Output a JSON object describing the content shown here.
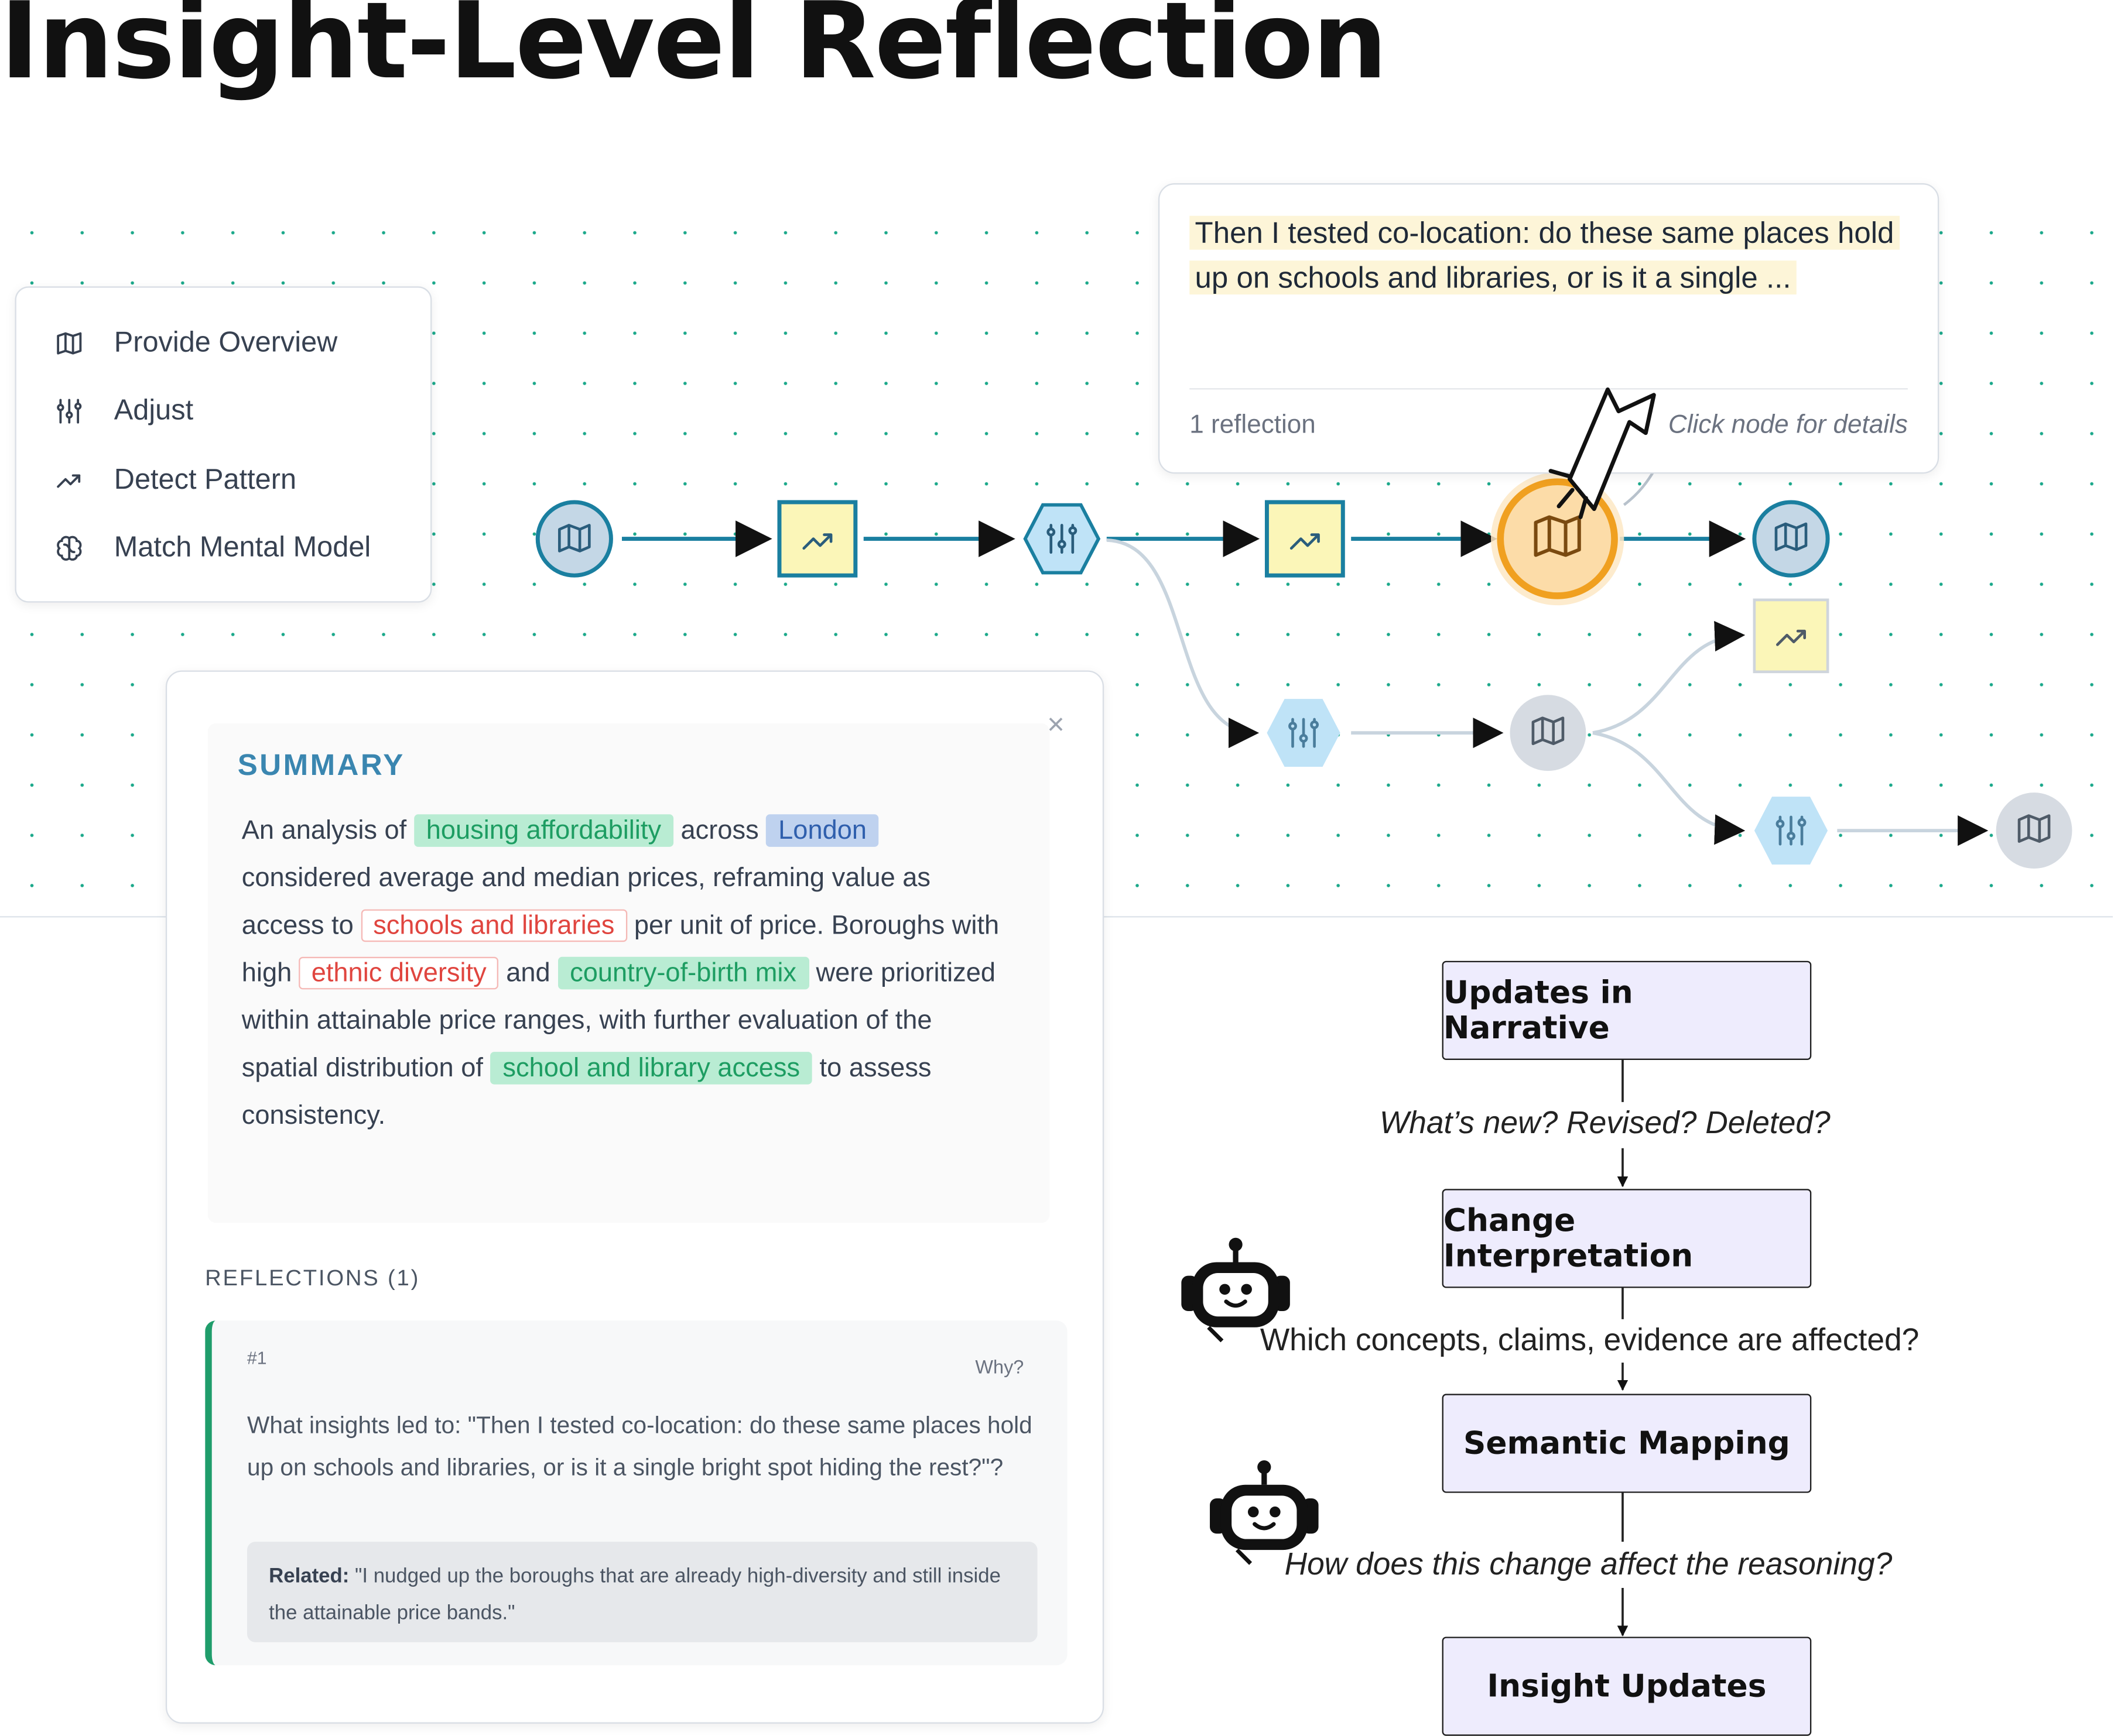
{
  "title": "Insight-Level Reflection",
  "legend": {
    "items": [
      {
        "label": "Provide Overview",
        "icon": "map-icon"
      },
      {
        "label": "Adjust",
        "icon": "sliders-icon"
      },
      {
        "label": "Detect Pattern",
        "icon": "trend-icon"
      },
      {
        "label": "Match Mental Model",
        "icon": "brain-icon"
      }
    ]
  },
  "tooltip": {
    "text": "Then I tested co-location: do these same places hold up on schools and libraries, or is it a single ...",
    "count": "1 reflection",
    "hint": "Click node for details"
  },
  "summary": {
    "heading": "SUMMARY",
    "close": "×",
    "segments": {
      "s1": "An analysis of",
      "h1": "housing affordability",
      "s2": "across",
      "h2": "London",
      "s3": "considered average and median prices, reframing value as access to",
      "h3": "schools and libraries",
      "s4": "per unit of price. Boroughs with high",
      "h4": "ethnic diversity",
      "s5": "and",
      "h5": "country-of-birth mix",
      "s6": "were prioritized within attainable price ranges, with further evaluation of the spatial distribution of",
      "h6": "school and library access",
      "s7": "to assess consistency."
    }
  },
  "reflections": {
    "heading": "REFLECTIONS (1)",
    "number": "#1",
    "why": "Why?",
    "text": "What insights led to: \"Then I tested co-location: do these same places hold up on schools and libraries, or is it a single bright spot hiding the rest?\"?",
    "related_label": "Related:",
    "related_text": "\"I nudged up the boroughs that are already high-diversity and still inside the attainable price bands.\""
  },
  "pipeline": {
    "steps": [
      "Updates in Narrative",
      "Change Interpretation",
      "Semantic Mapping",
      "Insight Updates"
    ],
    "questions": [
      "What’s new? Revised? Deleted?",
      "Which concepts, claims, evidence are affected?",
      "How does this change affect the reasoning?"
    ]
  },
  "colors": {
    "accent_teal": "#1a7fa0",
    "selected_orange": "#f0a020",
    "pattern_yellow": "#fbf6b8",
    "adjust_blue": "#bfe3f7",
    "muted_gray": "#d6dbe2",
    "step_fill": "#eeecfd"
  }
}
